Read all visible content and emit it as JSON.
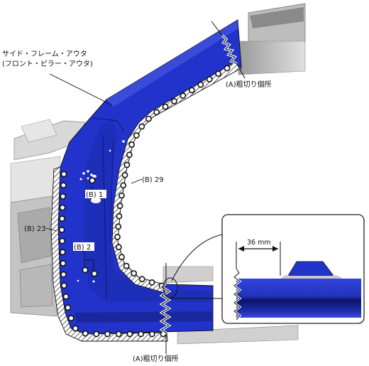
{
  "labels": {
    "part_name_line1": "サイド・フレーム・アウタ",
    "part_name_line2": "(フロント・ピラー・アウタ)",
    "rough_cut_top": "(A)粗切り個所",
    "rough_cut_bottom": "(A)粗切り個所",
    "b29": "(B) 29",
    "b23": "(B) 23",
    "b1": "(B) 1",
    "b2": "(B) 2",
    "dimension": "36 mm"
  },
  "colors": {
    "panel_blue": "#2233cc",
    "panel_blue_dark": "#1a2490",
    "body_gray": "#c8c8c8",
    "hatch": "#222222"
  },
  "icons": {
    "spot_weld": "white-circle-dot",
    "cut_line": "zigzag-line"
  }
}
